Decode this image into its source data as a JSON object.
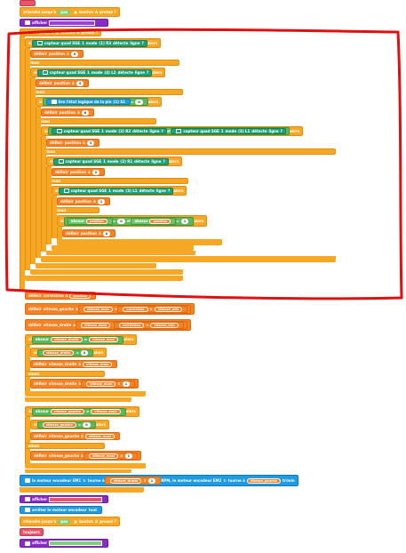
{
  "blocks": {
    "top_bar": "",
    "wait1": "attendre jusqu'à",
    "wait1_a": "pas",
    "wait1_b": "bouton",
    "wait1_c": "A",
    "wait1_d": "pressé ?",
    "show1": "afficher",
    "repeat": "répéter jusqu'à",
    "repeat_b": "bouton",
    "repeat_c": "B",
    "repeat_d": "pressé ?",
    "if1_kw": "si",
    "if1_sensor": "capteur quad SGE",
    "if1_num": "1",
    "if1_mode": "mode",
    "if1_ch": "(1) R3",
    "if1_det": "détecte",
    "if1_color": "ligne",
    "if1_q": "?",
    "if1_then": "alors",
    "set_pos": "définir",
    "pos_var": "position",
    "to": "à",
    "val_0": "0",
    "val_1": "1",
    "val_2": "2",
    "val_3": "3",
    "val_4": "4",
    "val_5": "5",
    "val_6": "6",
    "else": "sinon",
    "if2_ch": "(4) L2",
    "pin_read": "lire l'état logique de la pin",
    "pin_id": "(1) S1",
    "eq": "=",
    "and": "et",
    "if4_ch": "(2) R2",
    "if4_ch2": "(3) L1",
    "if5_ch": "(2) R1",
    "if6_ch": "(3) L1",
    "abs": "abs",
    "sur": "sur",
    "ne": "≠",
    "set_corr": "définir",
    "corr_var": "correction",
    "corr_val": "position",
    "set_vg": "définir",
    "vg_var": "vitesse_gauche",
    "vbase": "vitesse_base",
    "plus": "+",
    "minus": "-",
    "mult": "×",
    "corr_ref": "correction",
    "coef": "vitesse_min",
    "vd_var": "vitesse_droite",
    "vmax": "vitesse_maxi",
    "neg": "0",
    "motor_line": "le moteur encodeur EM1",
    "motor_turn": "tourne à",
    "motor_rpm": "RPM, le moteur encodeur EM2",
    "motor_rpm2": "tr/min",
    "show2": "afficher",
    "stop_motors": "arrêter le moteur encodeur",
    "stop_all": "tout",
    "wait2": "attendre jusqu'à",
    "wait2_a": "pas",
    "wait2_b": "bouton",
    "wait2_c": "A",
    "wait2_d": "pressé ?",
    "forever": "toujours",
    "show3": "afficher"
  },
  "colors": {
    "control": "#f6a723",
    "variable": "#f58223",
    "sensor": "#1da27c",
    "operator": "#5cb85c",
    "motor": "#1e9be3",
    "display": "#8b2bc6",
    "event": "#e8546a",
    "annotation": "#e01010"
  }
}
